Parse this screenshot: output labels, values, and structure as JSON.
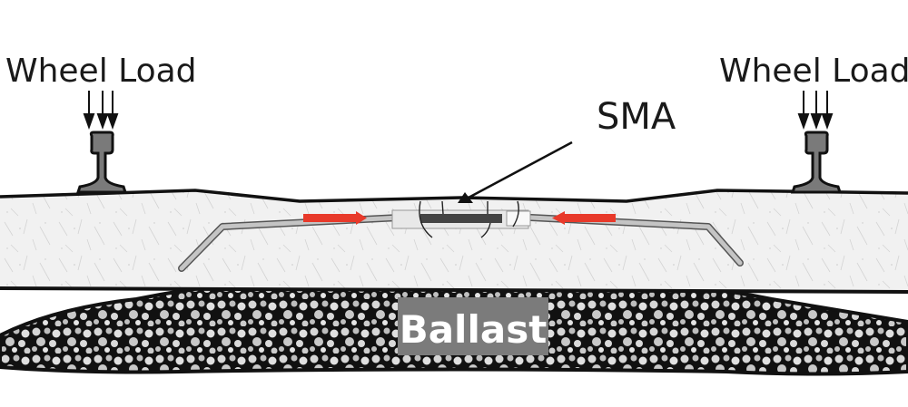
{
  "labels": {
    "wheel_load_left": "Wheel Load",
    "wheel_load_right": "Wheel Load",
    "sma": "SMA",
    "ballast": "Ballast"
  },
  "colors": {
    "slab_fill": "#f0f0f0",
    "outline": "#111111",
    "rail_fill": "#7a7a7a",
    "bar_gray": "#b8b8b8",
    "sma_bar": "#444444",
    "actuator_red": "#e8392a",
    "ballast_label_bg": "#7b7b7b",
    "stone_fill": "#cfcfcf"
  }
}
